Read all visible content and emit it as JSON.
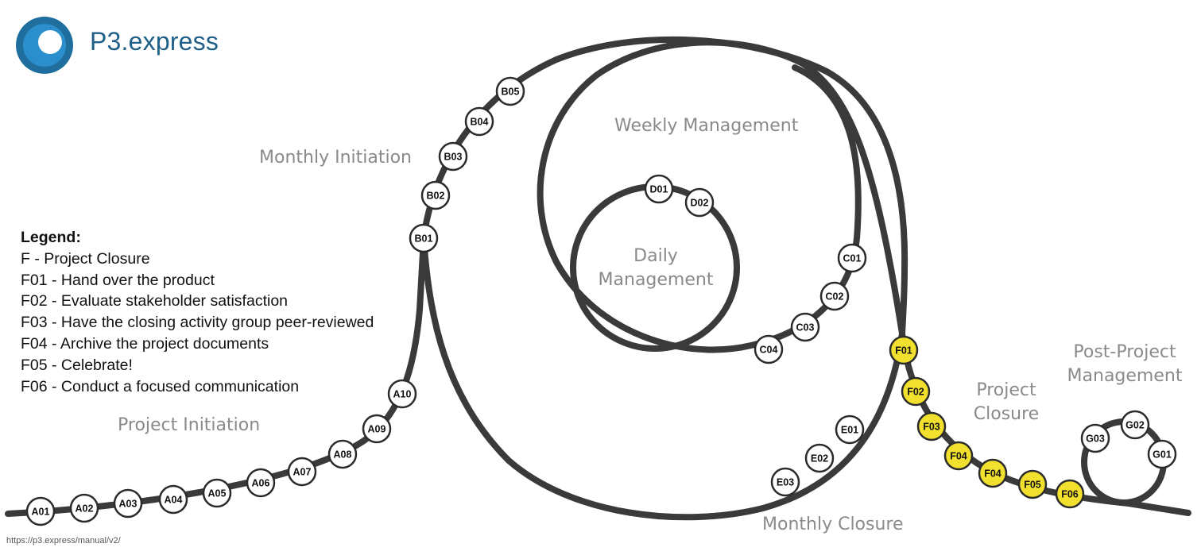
{
  "brand": {
    "name": "P3.express",
    "logo_icon": "p3-express-logo-icon"
  },
  "legend": {
    "title": "Legend:",
    "items": [
      "F - Project Closure",
      "F01 - Hand over the product",
      "F02 - Evaluate stakeholder satisfaction",
      "F03 - Have the closing activity group peer-reviewed",
      "F04 - Archive the project documents",
      "F05 - Celebrate!",
      "F06 - Conduct a focused communication"
    ]
  },
  "sections": {
    "project_initiation": "Project Initiation",
    "monthly_initiation": "Monthly Initiation",
    "weekly_management": "Weekly Management",
    "daily_management": [
      "Daily",
      "Management"
    ],
    "monthly_closure": "Monthly Closure",
    "project_closure": [
      "Project",
      "Closure"
    ],
    "post_project_management": [
      "Post-Project",
      "Management"
    ]
  },
  "colors": {
    "track": "#3a3a3a",
    "node_fill": "#ffffff",
    "highlight_fill": "#f2e02e",
    "label_gray": "#8a8a8a",
    "logo_blue": "#1f6e9e"
  },
  "nodes": {
    "A": [
      "A01",
      "A02",
      "A03",
      "A04",
      "A05",
      "A06",
      "A07",
      "A08",
      "A09",
      "A10"
    ],
    "B": [
      "B01",
      "B02",
      "B03",
      "B04",
      "B05"
    ],
    "C": [
      "C01",
      "C02",
      "C03",
      "C04"
    ],
    "D": [
      "D01",
      "D02"
    ],
    "E": [
      "E01",
      "E02",
      "E03"
    ],
    "F": [
      "F01",
      "F02",
      "F03",
      "F04",
      "F05",
      "F06"
    ],
    "G": [
      "G01",
      "G02",
      "G03"
    ]
  },
  "highlighted_group": "F",
  "footer": {
    "url": "https://p3.express/manual/v2/"
  }
}
